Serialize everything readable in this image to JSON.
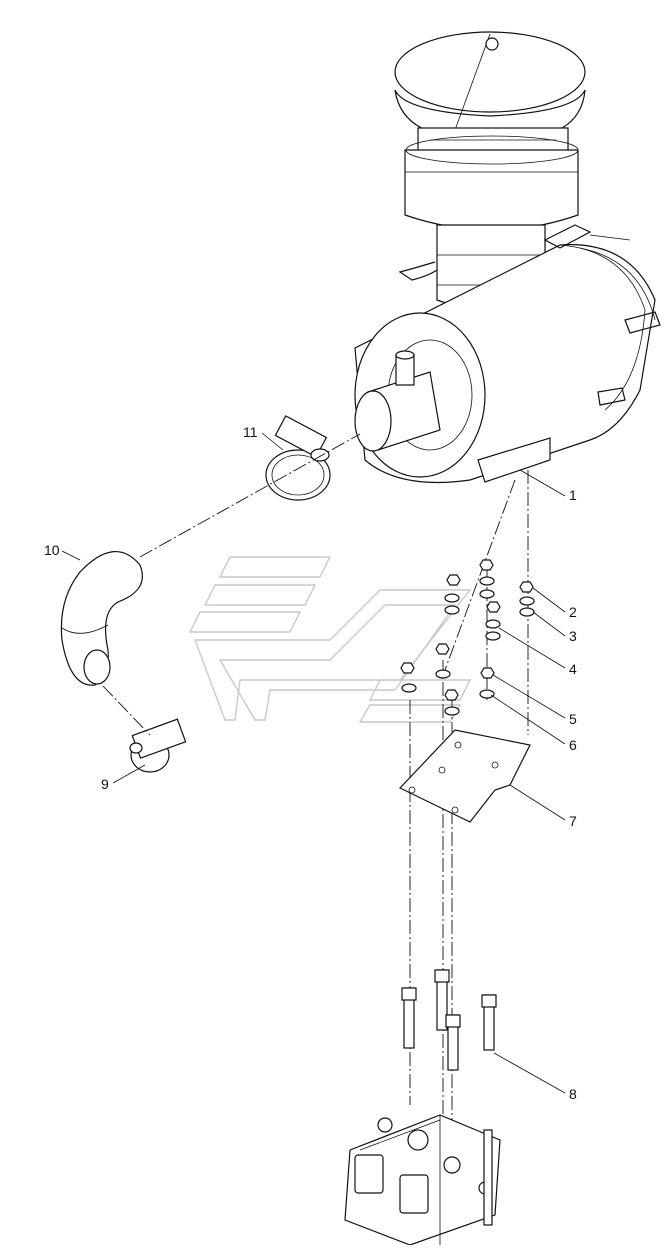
{
  "callouts": [
    {
      "id": "1",
      "text": "1"
    },
    {
      "id": "2",
      "text": "2"
    },
    {
      "id": "3",
      "text": "3"
    },
    {
      "id": "4",
      "text": "4"
    },
    {
      "id": "5",
      "text": "5"
    },
    {
      "id": "6",
      "text": "6"
    },
    {
      "id": "7",
      "text": "7"
    },
    {
      "id": "8",
      "text": "8"
    },
    {
      "id": "9",
      "text": "9"
    },
    {
      "id": "10",
      "text": "10"
    },
    {
      "id": "11",
      "text": "11"
    }
  ]
}
